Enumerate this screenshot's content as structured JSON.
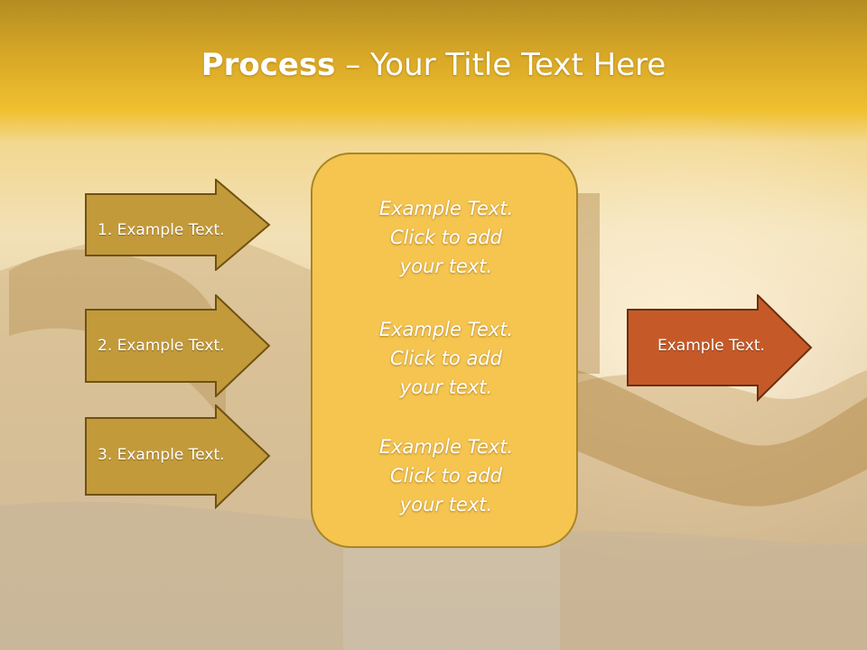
{
  "slide": {
    "title_bold": "Process",
    "title_rest": " – Your Title Text Here"
  },
  "left_arrows": [
    {
      "label": "1. Example Text."
    },
    {
      "label": "2. Example Text."
    },
    {
      "label": "3. Example Text."
    }
  ],
  "center_box": {
    "blocks": [
      {
        "lines": [
          "Example Text.",
          "Click  to add",
          "your text."
        ]
      },
      {
        "lines": [
          "Example Text.",
          "Click  to add",
          "your text."
        ]
      },
      {
        "lines": [
          "Example Text.",
          "Click  to add",
          "your text."
        ]
      }
    ]
  },
  "right_arrow": {
    "label": "Example Text."
  },
  "colors": {
    "left_arrow_fill": "#c39a3a",
    "right_arrow_fill": "#c55a28",
    "center_box_fill": "#f5c550",
    "header_band": "#eab92b"
  }
}
